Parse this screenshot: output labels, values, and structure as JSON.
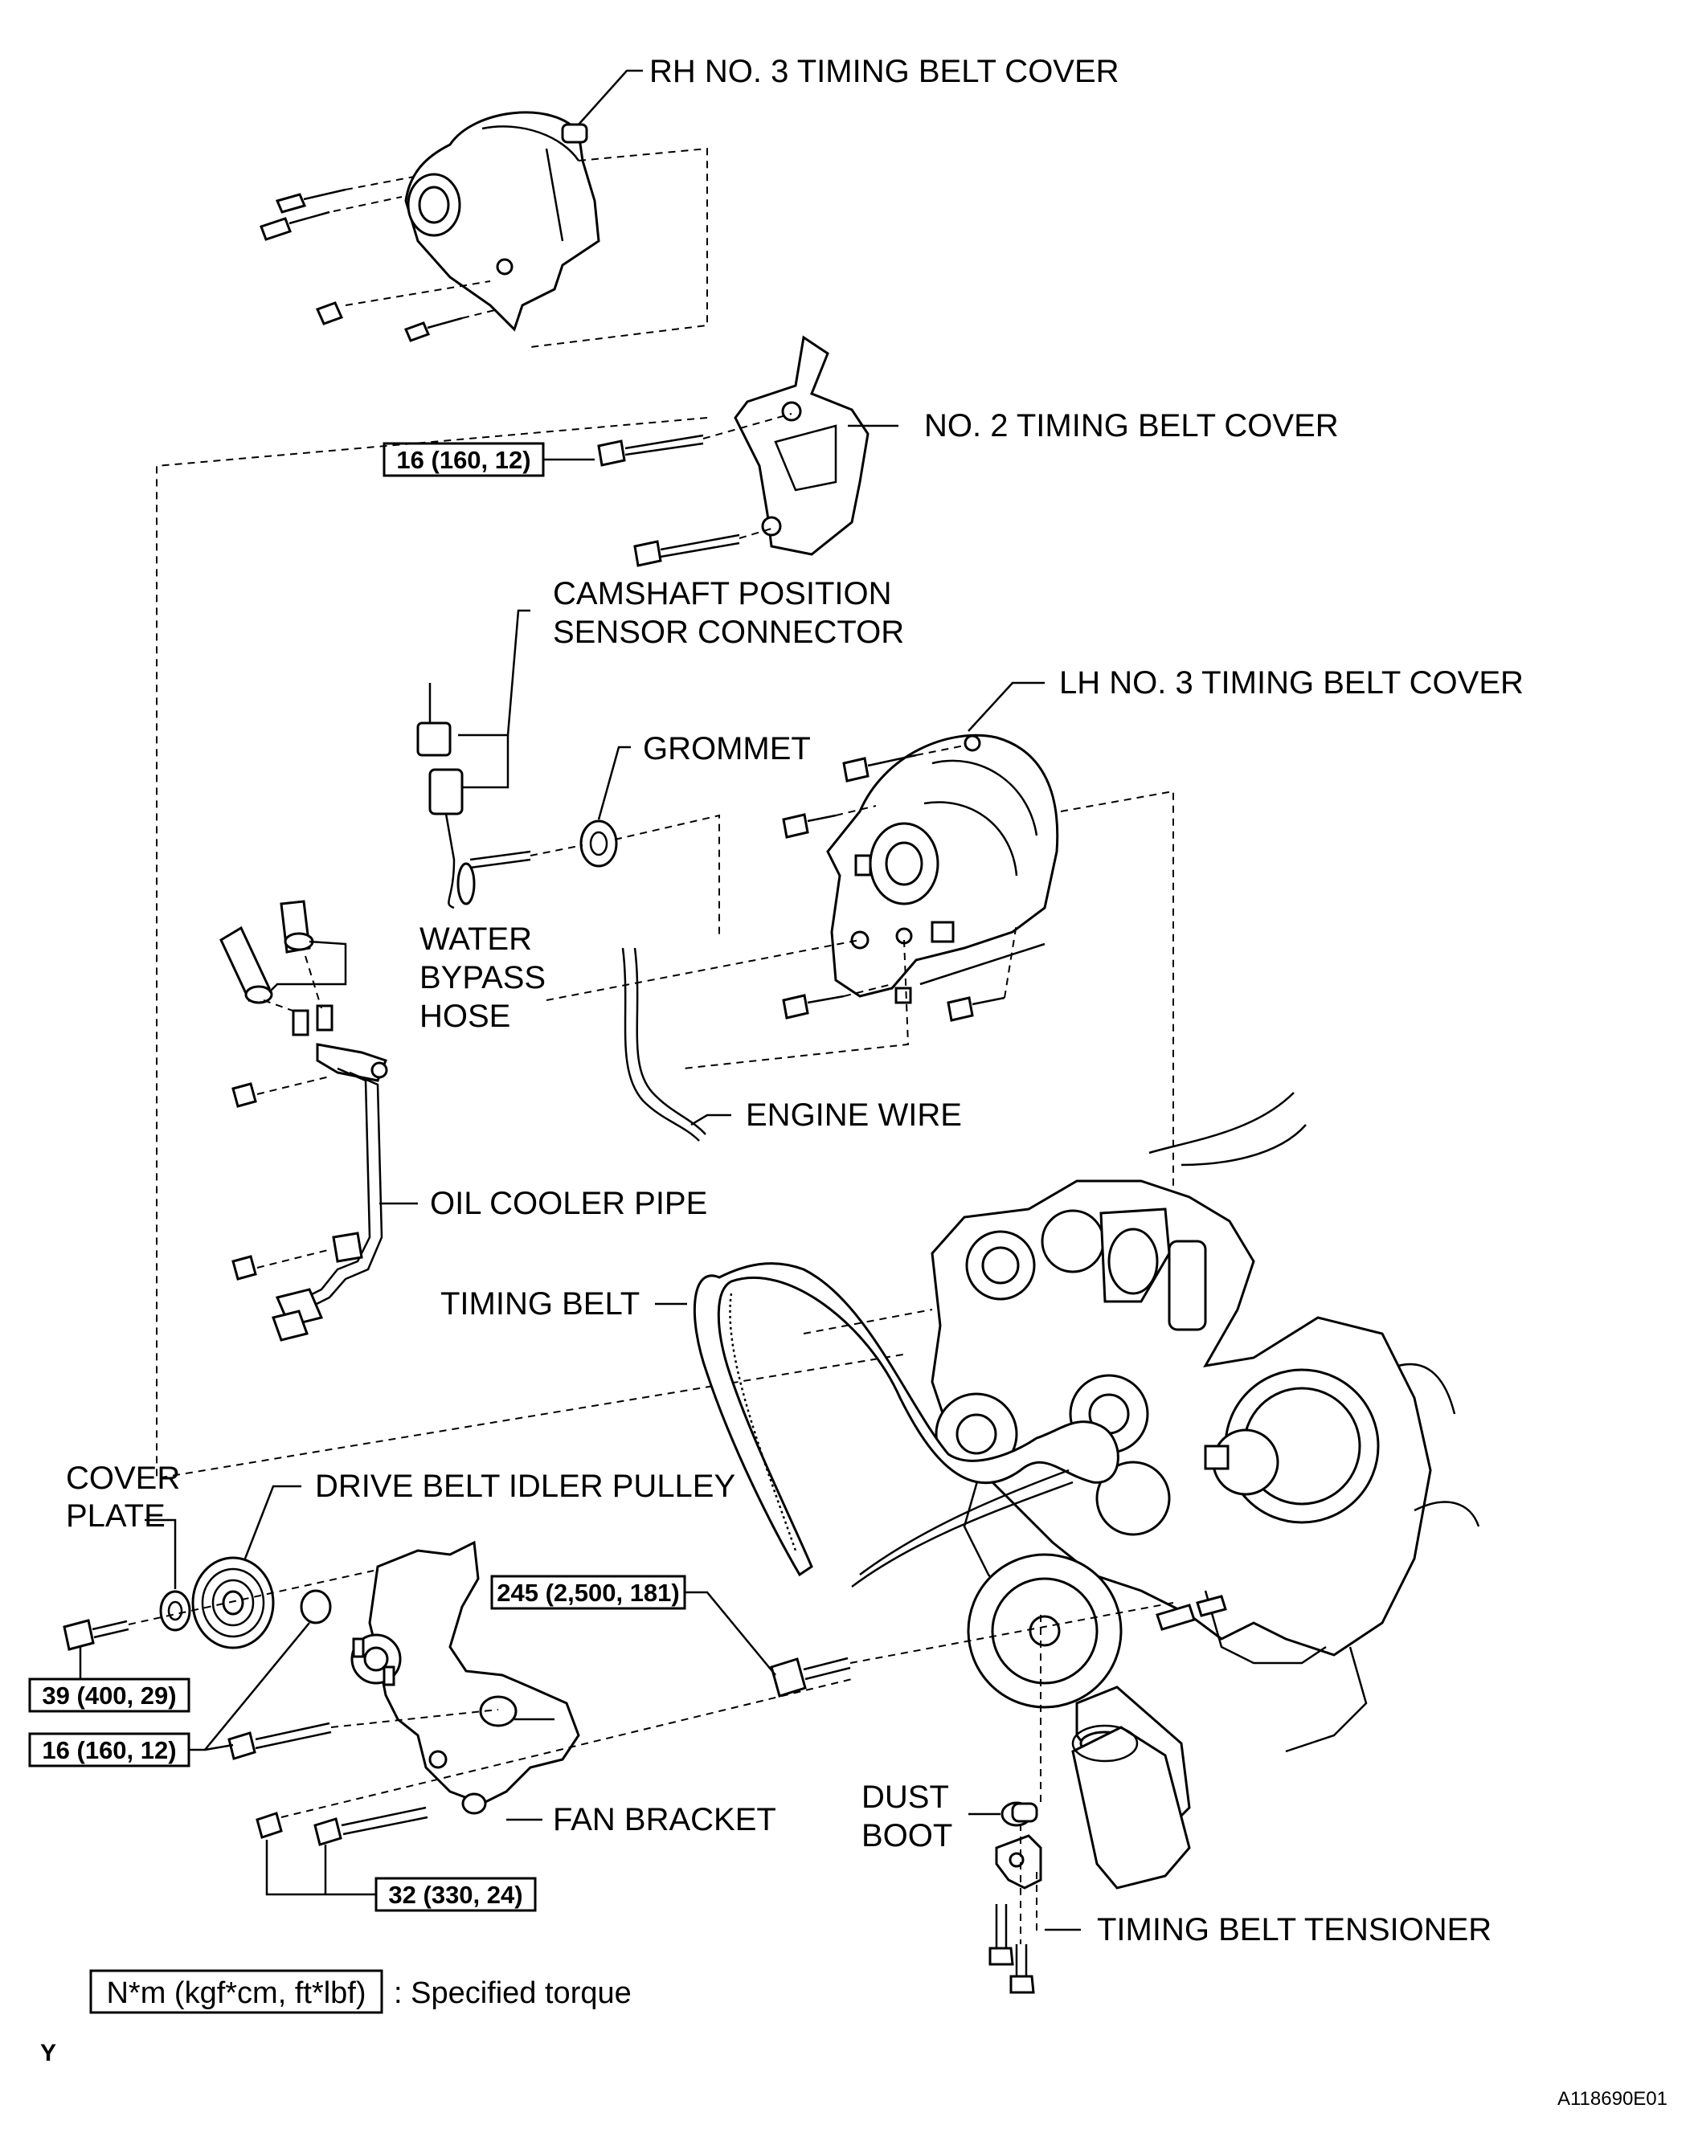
{
  "labels": {
    "rh_no3_cover": "RH NO. 3 TIMING BELT COVER",
    "no2_cover": "NO. 2 TIMING BELT COVER",
    "cam_sensor_1": "CAMSHAFT POSITION",
    "cam_sensor_2": "SENSOR CONNECTOR",
    "lh_no3_cover": "LH NO. 3 TIMING BELT COVER",
    "grommet": "GROMMET",
    "water_bypass_1": "WATER",
    "water_bypass_2": "BYPASS",
    "water_bypass_3": "HOSE",
    "engine_wire": "ENGINE WIRE",
    "oil_cooler_pipe": "OIL COOLER PIPE",
    "timing_belt": "TIMING BELT",
    "cover_plate_1": "COVER",
    "cover_plate_2": "PLATE",
    "drive_belt_idler": "DRIVE BELT IDLER PULLEY",
    "fan_bracket": "FAN BRACKET",
    "dust_boot_1": "DUST",
    "dust_boot_2": "BOOT",
    "tensioner": "TIMING BELT TENSIONER"
  },
  "torques": {
    "no2_cover_bolt": "16 (160, 12)",
    "crank_bolt": "245 (2,500, 181)",
    "idler_bolt": "39 (400, 29)",
    "bracket_bolt": "16 (160, 12)",
    "fan_bracket_bolts": "32 (330, 24)"
  },
  "legend": {
    "unit_box": "N*m (kgf*cm, ft*lbf)",
    "unit_text": ": Specified torque"
  },
  "footer": {
    "corner_mark": "Y",
    "figure_code": "A118690E01"
  }
}
